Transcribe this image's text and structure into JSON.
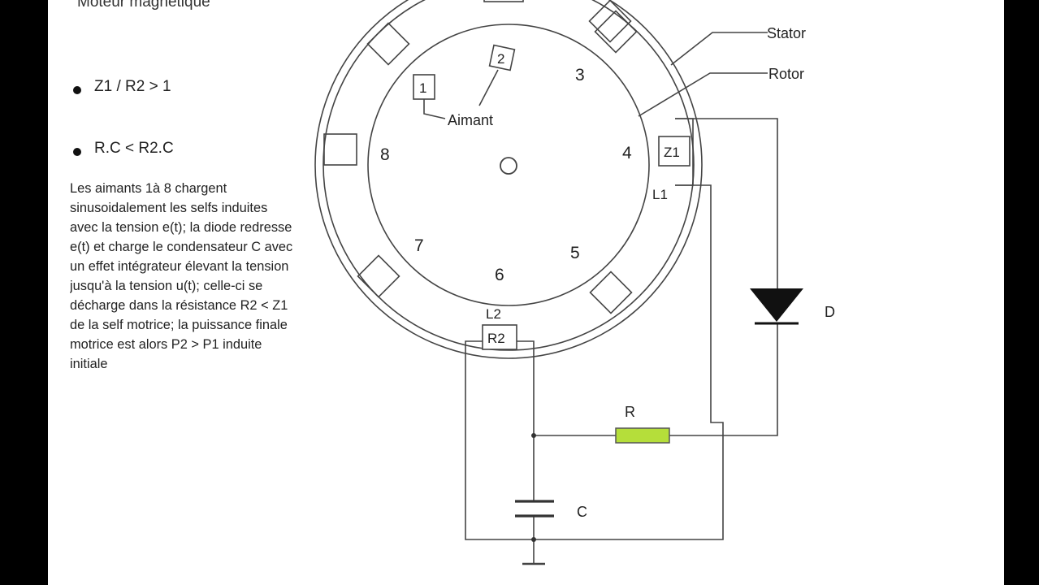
{
  "title": "Moteur magnétique",
  "bullets": [
    "Z1 / R2 > 1",
    "R.C < R2.C"
  ],
  "description": "Les aimants 1à 8 chargent sinusoidalement les selfs induites avec la tension e(t); la diode redresse e(t) et charge le condensateur C avec un effet intégrateur élevant la tension jusqu'à la tension u(t); celle-ci se décharge dans la résistance R2 < Z1 de la self motrice; la puissance finale motrice est alors P2 > P1 induite initiale",
  "labels": {
    "stator": "Stator",
    "rotor": "Rotor",
    "aimant": "Aimant",
    "magnet1": "1",
    "magnet2": "2",
    "pos3": "3",
    "pos4": "4",
    "pos5": "5",
    "pos6": "6",
    "pos7": "7",
    "pos8": "8",
    "z1": "Z1",
    "l1": "L1",
    "r2": "R2",
    "l2": "L2",
    "d": "D",
    "r": "R",
    "c": "C"
  },
  "colors": {
    "resistor": "#b5de3a",
    "stroke": "#444444",
    "letterbox": "#000000"
  }
}
